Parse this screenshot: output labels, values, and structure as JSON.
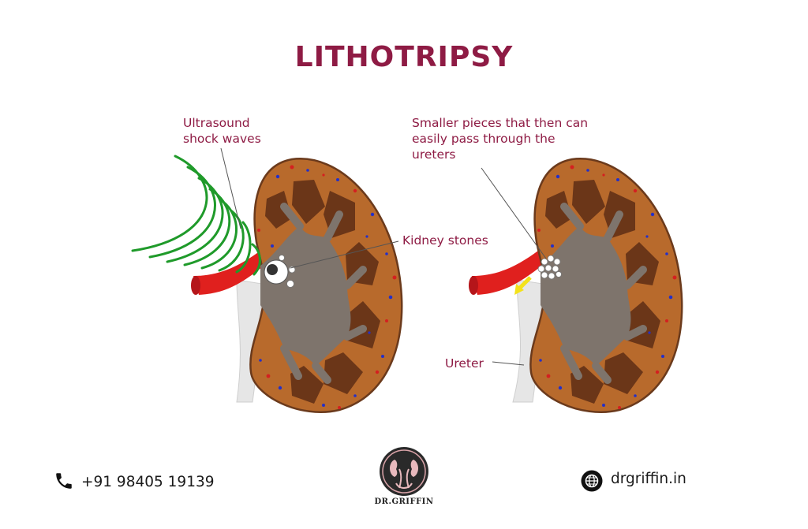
{
  "title": "LITHOTRIPSY",
  "labels": {
    "ultrasound": "Ultrasound shock waves",
    "smaller_pieces": "Smaller pieces that then can easily pass through the ureters",
    "kidney_stones": "Kidney stones",
    "ureter": "Ureter"
  },
  "footer": {
    "phone": "+91 98405 19139",
    "website": "drgriffin.in",
    "logo_text": "DR.GRIFFIN"
  },
  "icons": {
    "phone": "phone-icon",
    "website": "globe-icon",
    "logo": "dr-griffin-logo"
  },
  "colors": {
    "title": "#8e1b44",
    "labels": "#8e1b44",
    "shock_waves": "#1f9a2a",
    "kidney_cortex": "#b86a2c",
    "kidney_outline": "#6b3a1c",
    "pyramids": "#6b3618",
    "renal_pelvis": "#7e746c",
    "artery": "#e0201e",
    "ureter": "#e6e6e6",
    "arrow": "#f3e21a"
  }
}
